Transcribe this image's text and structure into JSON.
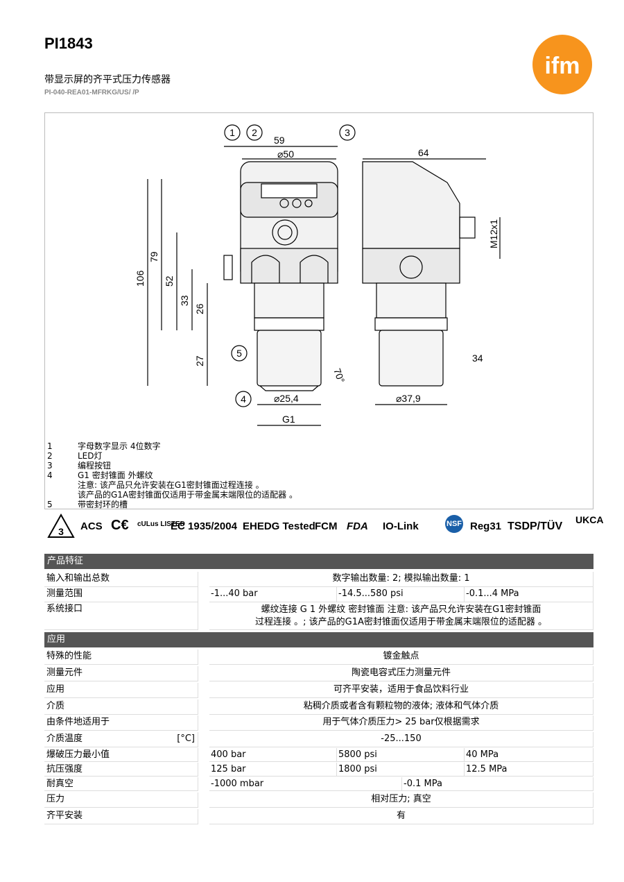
{
  "header": {
    "title": "PI1843",
    "subtitle": "带显示屏的齐平式压力传感器",
    "code": "PI-040-REA01-MFRKG/US/ /P",
    "logo_text": "ifm",
    "logo_color": "#f7941d"
  },
  "drawing": {
    "dims": {
      "d59": "59",
      "d50": "⌀50",
      "d64": "64",
      "d79": "79",
      "d106": "106",
      "d52": "52",
      "d33": "33",
      "d26": "26",
      "d27": "27",
      "d70": "70°",
      "d254": "⌀25,4",
      "dg1": "G1",
      "d379": "⌀37,9",
      "d34": "34",
      "dm12": "M12x1"
    },
    "callouts": [
      "1",
      "2",
      "3",
      "4",
      "5"
    ]
  },
  "legend": [
    {
      "num": "1",
      "text": "字母数字显示  4位数字"
    },
    {
      "num": "2",
      "text": "LED灯"
    },
    {
      "num": "3",
      "text": "编程按钮"
    },
    {
      "num": "4",
      "text": "G1 密封锥面  外螺纹"
    },
    {
      "num": "",
      "text": "注意: 该产品只允许安装在G1密封锥面过程连接 。"
    },
    {
      "num": "",
      "text": "该产品的G1A密封锥面仅适用于带金属末端限位的适配器 。"
    },
    {
      "num": "5",
      "text": "带密封环的槽"
    }
  ],
  "certs": [
    "ACS",
    "C€",
    "cULus LISTED",
    "EC 1935/2004",
    "EHEDG Tested",
    "FCM",
    "FDA",
    "IO-Link",
    "NSF",
    "Reg31",
    "TSDP/TÜV",
    "UKCA"
  ],
  "sections": [
    {
      "title": "产品特征"
    },
    {
      "title": "应用"
    }
  ],
  "rows": {
    "io_total": {
      "label": "输入和输出总数",
      "value": "数字输出数量: 2; 模拟输出数量: 1"
    },
    "range": {
      "label": "测量范围",
      "v1": "-1...40 bar",
      "v2": "-14.5...580 psi",
      "v3": "-0.1...4 MPa"
    },
    "process": {
      "label": "系统接口",
      "line1": "螺纹连接 G 1 外螺纹 密封锥面 注意: 该产品只允许安装在G1密封锥面",
      "line2": "过程连接 。; 该产品的G1A密封锥面仅适用于带金属末端限位的适配器 。"
    },
    "special": {
      "label": "特殊的性能",
      "value": "镀金触点"
    },
    "element": {
      "label": "测量元件",
      "value": "陶瓷电容式压力测量元件"
    },
    "application": {
      "label": "应用",
      "value": "可齐平安装，适用于食品饮料行业"
    },
    "medium": {
      "label": "介质",
      "value": "粘稠介质或者含有颗粒物的液体; 液体和气体介质"
    },
    "conditional": {
      "label": "由条件地适用于",
      "value": "用于气体介质压力> 25 bar仅根据需求"
    },
    "temp": {
      "label": "介质温度",
      "unit": "[°C]",
      "value": "-25...150"
    },
    "burst": {
      "label": "爆破压力最小值",
      "v1": "400 bar",
      "v2": "5800 psi",
      "v3": "40 MPa"
    },
    "overload": {
      "label": "抗压强度",
      "v1": "125 bar",
      "v2": "1800 psi",
      "v3": "12.5 MPa"
    },
    "vacuum": {
      "label": "耐真空",
      "v1": "-1000 mbar",
      "v2": "-0.1 MPa"
    },
    "pressure": {
      "label": "压力",
      "value": "相对压力; 真空"
    },
    "flush": {
      "label": "齐平安装",
      "value": "有"
    }
  }
}
